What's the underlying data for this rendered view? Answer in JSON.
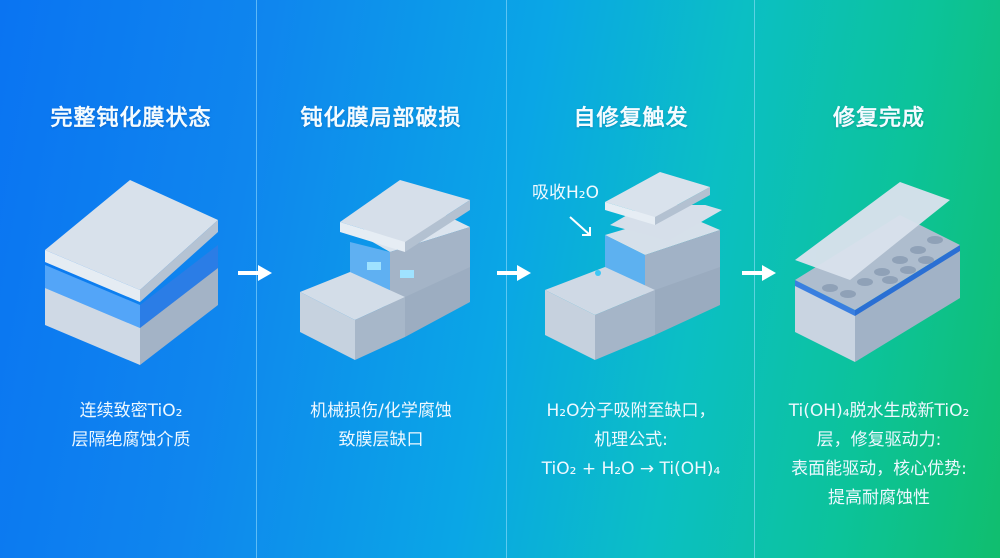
{
  "colors": {
    "bg_left": "#0a74f2",
    "bg_mid": "#0aa6e6",
    "bg_right": "#10be6e",
    "metal_light": "#d9e3ee",
    "metal_dark": "#9fb0c4",
    "film_blue": "#2f8df5"
  },
  "steps": [
    {
      "title": "完整钝化膜状态",
      "desc_lines": [
        "连续致密TiO₂",
        "层隔绝腐蚀介质"
      ]
    },
    {
      "title": "钝化膜局部破损",
      "desc_lines": [
        "机械损伤/化学腐蚀",
        "致膜层缺口"
      ]
    },
    {
      "title": "自修复触发",
      "annotation": "吸收H₂O",
      "desc_lines": [
        "H₂O分子吸附至缺口，",
        "机理公式:",
        "TiO₂ + H₂O → Ti(OH)₄"
      ]
    },
    {
      "title": "修复完成",
      "desc_lines": [
        "Ti(OH)₄脱水生成新TiO₂",
        "层，修复驱动力:",
        "表面能驱动，核心优势:",
        "提高耐腐蚀性"
      ]
    }
  ],
  "arrows": [
    "arrow-right",
    "arrow-right",
    "arrow-right"
  ]
}
